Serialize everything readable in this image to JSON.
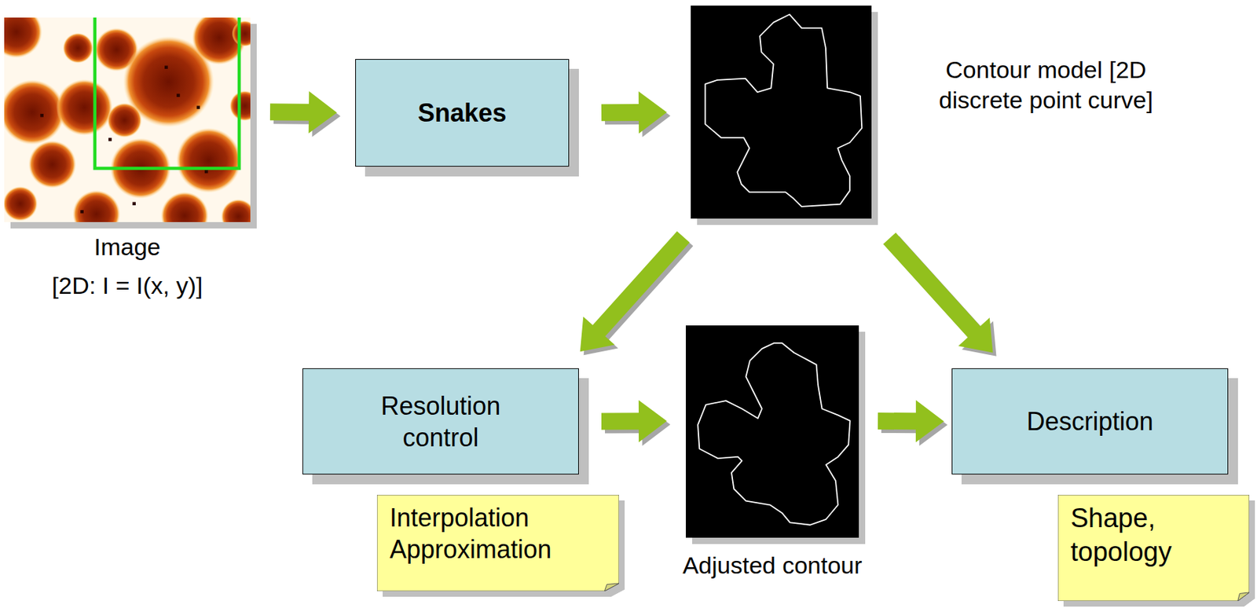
{
  "diagram": {
    "nodes": [
      {
        "text": [
          "Image",
          "[2D: I = I(x, y)]"
        ]
      },
      {
        "text": [
          "Snakes"
        ]
      },
      {
        "text": [
          "Contour model [2D discrete point curve]"
        ]
      },
      {
        "text": [
          "Resolution control"
        ]
      },
      {
        "text": [
          "Interpolation Approximation"
        ]
      },
      {
        "text": [
          "Adjusted contour"
        ]
      },
      {
        "text": [
          "Description"
        ]
      },
      {
        "text": [
          "Shape, topology"
        ]
      }
    ],
    "edges": [
      {
        "from": 0,
        "to": 1,
        "arrow": "to"
      },
      {
        "from": 1,
        "to": 2,
        "arrow": "to"
      },
      {
        "from": 2,
        "to": 3,
        "arrow": "to"
      },
      {
        "from": 2,
        "to": 6,
        "arrow": "to"
      },
      {
        "from": 3,
        "to": 5,
        "arrow": "to"
      },
      {
        "from": 5,
        "to": 6,
        "arrow": "to"
      }
    ]
  }
}
